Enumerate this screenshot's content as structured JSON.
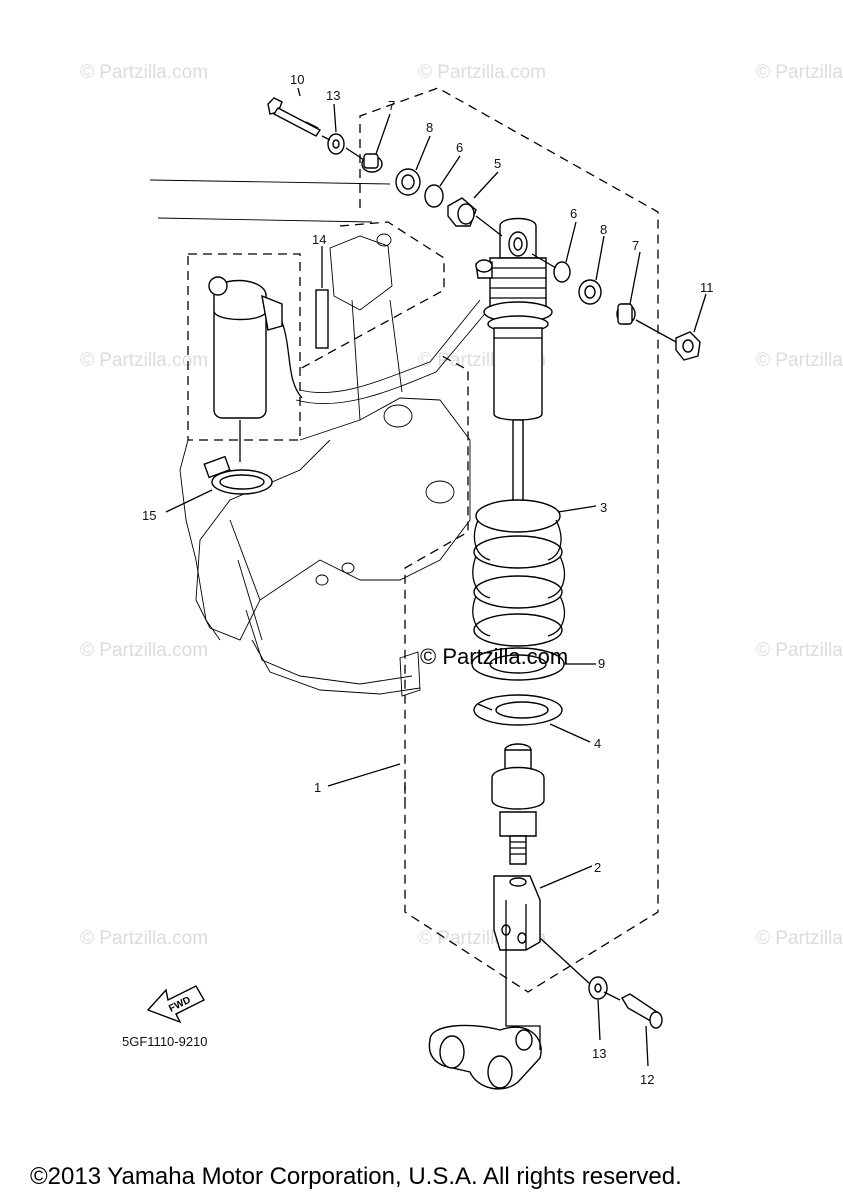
{
  "watermark": "© Partzilla.com",
  "center_watermark": "© Partzilla.com",
  "diagram_code": "5GF1110-9210",
  "fwd_label": "FWD",
  "copyright": "©2013 Yamaha Motor Corporation, U.S.A. All rights reserved.",
  "callouts": [
    "10",
    "13",
    "7",
    "8",
    "6",
    "5",
    "6",
    "8",
    "7",
    "11",
    "14",
    "15",
    "3",
    "9",
    "4",
    "1",
    "2",
    "13",
    "12"
  ]
}
